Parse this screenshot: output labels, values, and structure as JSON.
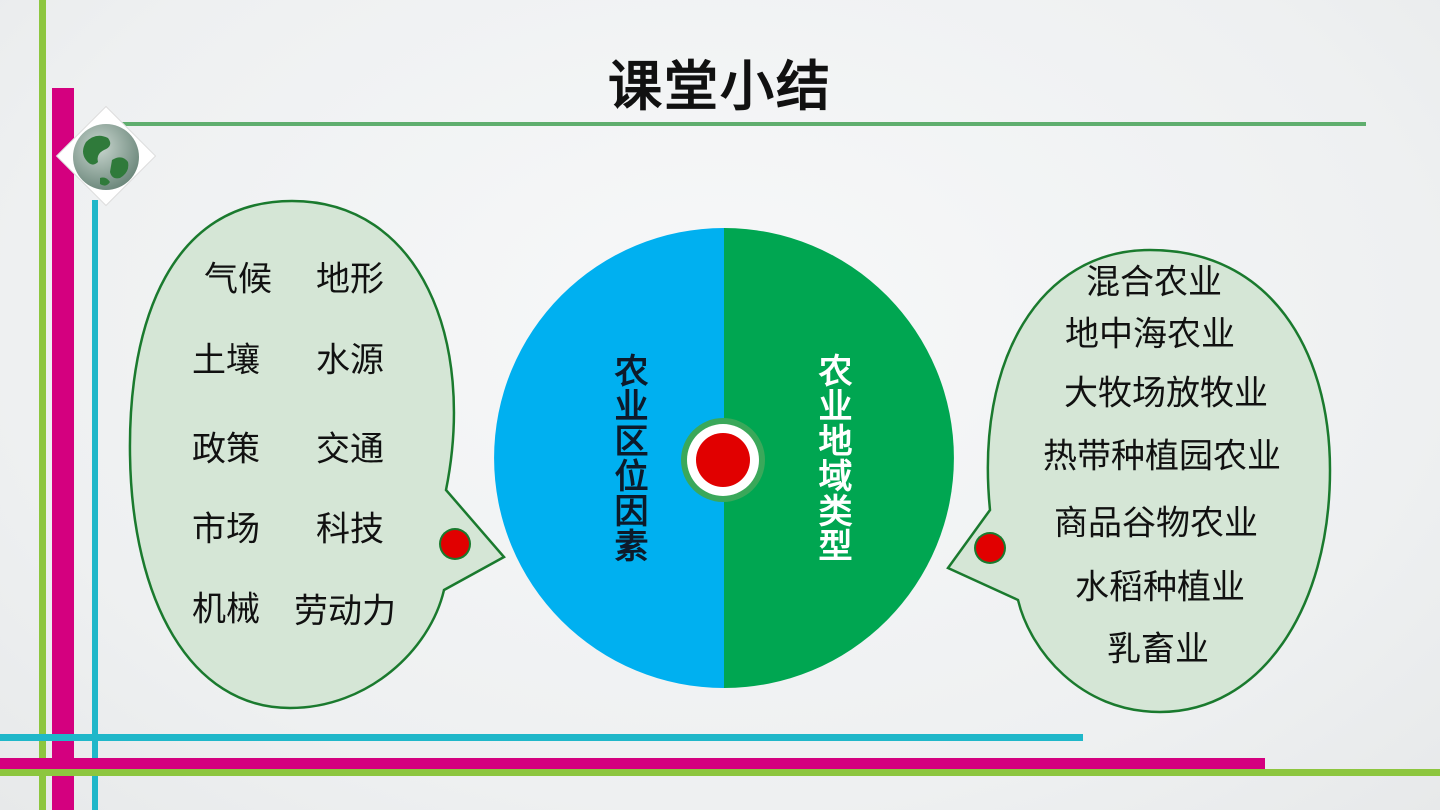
{
  "slide": {
    "title": "课堂小结",
    "left_bubble": {
      "items": [
        "气候",
        "地形",
        "土壤",
        "水源",
        "政策",
        "交通",
        "市场",
        "科技",
        "机械",
        "劳动力"
      ]
    },
    "center": {
      "left_label": "农业区位因素",
      "right_label": "农业地域类型",
      "left_color": "#00b0f0",
      "right_color": "#00a651"
    },
    "right_bubble": {
      "items": [
        "混合农业",
        "地中海农业",
        "大牧场放牧业",
        "热带种植园农业",
        "商品谷物农业",
        "水稻种植业",
        "乳畜业"
      ]
    },
    "colors": {
      "bubble_fill": "#d5e6d6",
      "bubble_stroke": "#1a7a2e",
      "accent_green": "#8dc63f",
      "accent_magenta": "#d4007f",
      "accent_cyan": "#1fb7c9",
      "dot_red": "#e10000"
    },
    "icons": [
      "globe-icon"
    ]
  }
}
